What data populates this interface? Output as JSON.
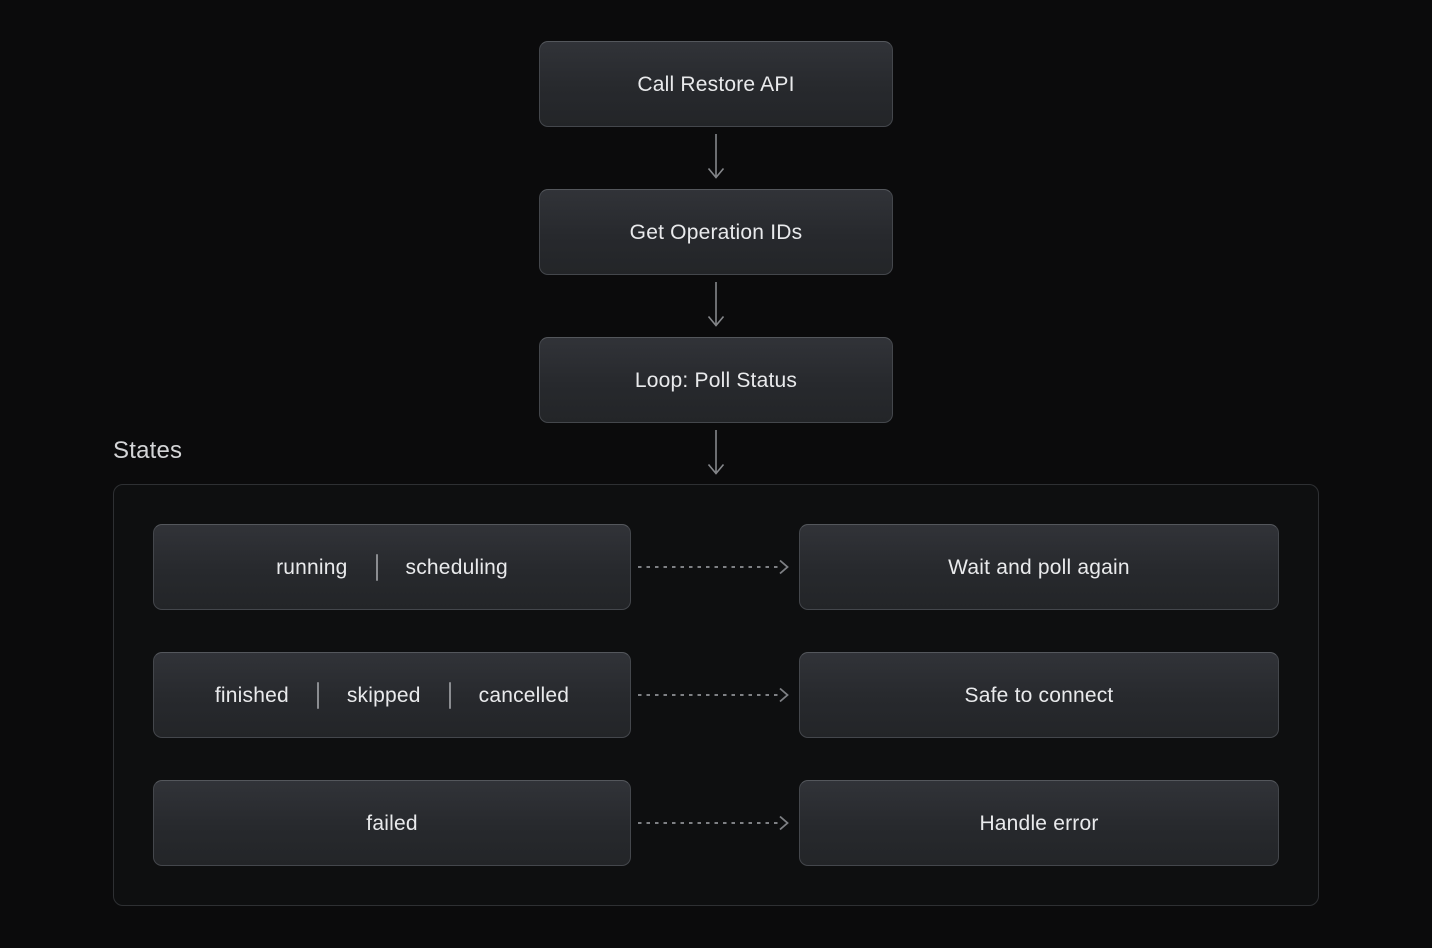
{
  "flow": {
    "nodes": [
      {
        "label": "Call Restore API"
      },
      {
        "label": "Get Operation IDs"
      },
      {
        "label": "Loop: Poll Status"
      }
    ]
  },
  "states_section": {
    "title": "States",
    "rows": [
      {
        "states": [
          "running",
          "scheduling"
        ],
        "action": "Wait and poll again"
      },
      {
        "states": [
          "finished",
          "skipped",
          "cancelled"
        ],
        "action": "Safe to connect"
      },
      {
        "states": [
          "failed"
        ],
        "action": "Handle error"
      }
    ]
  },
  "icons": {
    "down_arrow": "arrow-down-icon",
    "dashed_right_arrow": "dashed-arrow-right-icon"
  },
  "colors": {
    "page_background": "#0b0b0c",
    "node_background_top": "#313338",
    "node_background_bottom": "#232528",
    "node_border": "#44474c",
    "node_text": "#e9eaec",
    "panel_border": "#2e3033",
    "panel_background": "#0e0f10",
    "states_title_text": "#d4d5d7",
    "arrow_stroke": "#85878b",
    "dashed_arrow_stroke": "#7e8084",
    "separator": "#8b8d91"
  }
}
